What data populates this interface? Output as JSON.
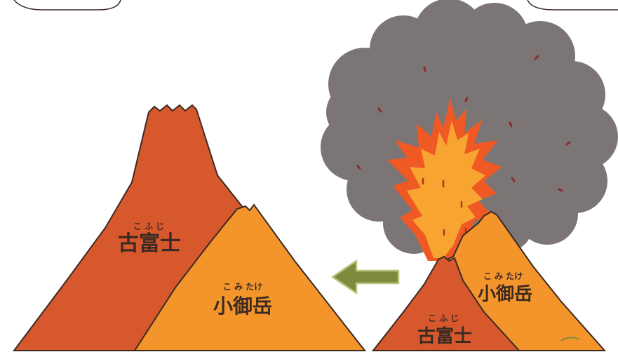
{
  "colors": {
    "dark_orange": "#d8582e",
    "light_orange": "#f4952c",
    "outline": "#3a2a22",
    "smoke": "#7b7576",
    "flame_red": "#ef5a24",
    "flame_orange": "#f7a431",
    "ember": "#8d2a2a",
    "arrow_fill": "#7c8c3c",
    "arrow_stroke": "#b9c27a"
  },
  "left_mountain": {
    "kofuji_label": "古富士",
    "kofuji_ruby": "こ ふ じ",
    "komitake_label": "小御岳",
    "komitake_ruby": "こ み たけ"
  },
  "right_mountain": {
    "kofuji_label": "古富士",
    "kofuji_ruby": "こ ふ じ",
    "komitake_label": "小御岳",
    "komitake_ruby": "こ み たけ"
  },
  "arrow_icon": "left-arrow-icon",
  "erupting": true
}
